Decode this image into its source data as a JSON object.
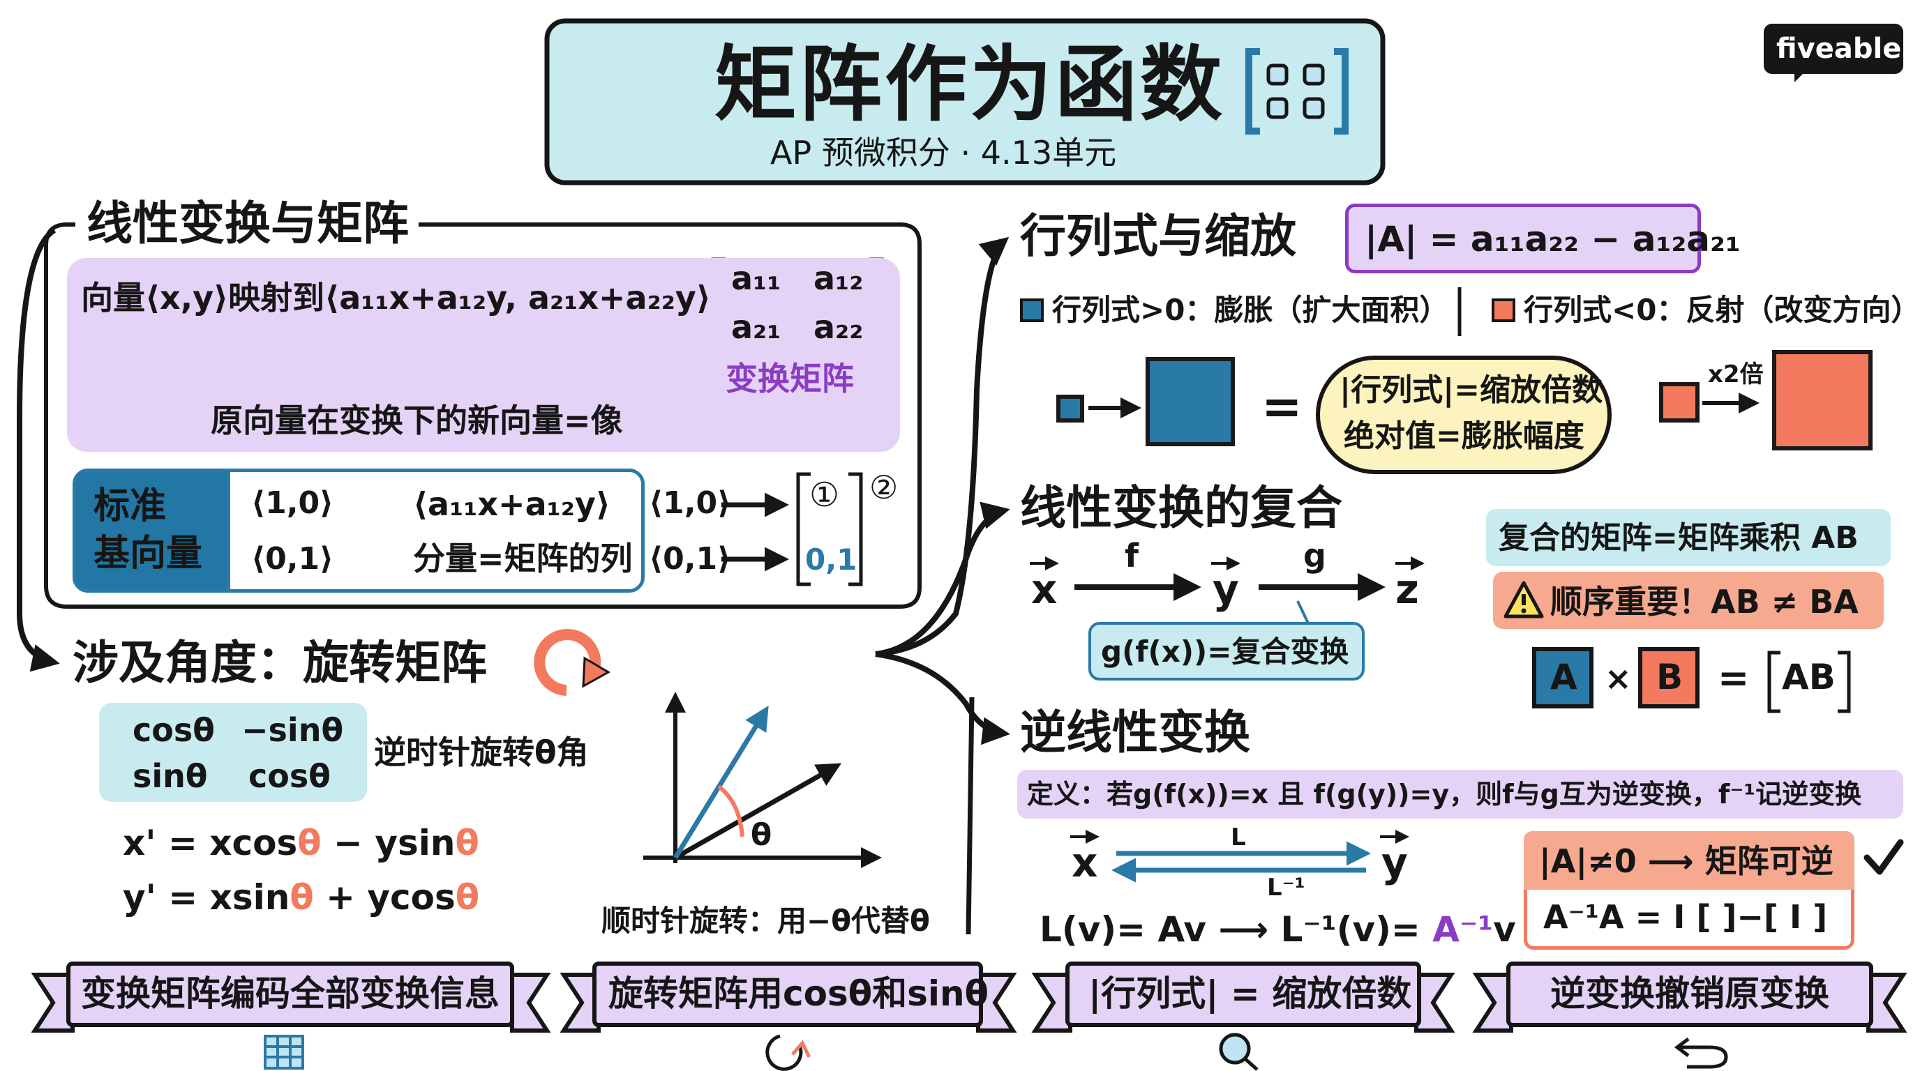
{
  "colors": {
    "blue": "#2a7aa8",
    "dark_blue": "#2277a4",
    "purple_bg": "#e4d3f6",
    "purple_text": "#8a3cc4",
    "teal_bg": "#c7ebee",
    "salmon": "#f37a5e",
    "salmon_bg": "#f6a98f",
    "yellow_bg": "#fdf3be",
    "ink": "#161616"
  },
  "header": {
    "title": "矩阵作为函数",
    "subtitle": "AP 预微积分 · 4.13单元",
    "title_icon": "matrix-bracket-icon"
  },
  "brand": {
    "logo": "fiveable"
  },
  "section_linear": {
    "heading": "线性变换与矩阵",
    "mapping": "向量⟨x,y⟩映射到⟨a₁₁x+a₁₂y, a₂₁x+a₂₂y⟩",
    "matrix": [
      "a₁₁",
      "a₁₂",
      "a₂₁",
      "a₂₂"
    ],
    "matrix_label": "变换矩阵",
    "image_note": "原向量在变换下的新向量=像",
    "basis_label_1": "标准",
    "basis_label_2": "基向量",
    "basis_row1_from": "⟨1,0⟩",
    "basis_row1_to": "⟨a₁₁x+a₁₂y⟩",
    "basis_row2_from": "⟨0,1⟩",
    "basis_row2_to": "分量=矩阵的列",
    "col_row1_from": "⟨1,0⟩",
    "col_row2_from": "⟨0,1⟩",
    "col_entry1": "①",
    "col_entry2": "②",
    "col_entry3": "0,1"
  },
  "section_rotation": {
    "heading": "涉及角度：旋转矩阵",
    "matrix": [
      "cosθ",
      "−sinθ",
      "sinθ",
      "cosθ"
    ],
    "caption": "逆时针旋转θ角",
    "eq1_prefix": "x' = xcos",
    "eq1_mid": " − ysin",
    "eq2_prefix": "y' = xsin",
    "eq2_mid": " + ycos",
    "theta": "θ",
    "graph_angle": "θ",
    "cw_note": "顺时针旋转：用−θ代替θ"
  },
  "section_det": {
    "heading": "行列式与缩放",
    "formula": "|A| = a₁₁a₂₂ − a₁₂a₂₁",
    "pos_legend": "行列式>0：膨胀（扩大面积）",
    "neg_legend": "行列式<0：反射（改变方向）",
    "equals": "=",
    "cloud_line1": "|行列式|=缩放倍数",
    "cloud_line2": "绝对值=膨胀幅度",
    "x2_label": "x2倍"
  },
  "section_composition": {
    "heading": "线性变换的复合",
    "vec_x": "x",
    "vec_y": "y",
    "vec_z": "z",
    "f": "f",
    "g": "g",
    "callout": "g(f(x))=复合变换",
    "product_label": "复合的矩阵=矩阵乘积 AB",
    "warning": "顺序重要！AB ≠ BA",
    "mat_a": "A",
    "times": "×",
    "mat_b": "B",
    "eq": "=",
    "mat_ab": "AB"
  },
  "section_inverse": {
    "heading": "逆线性变换",
    "definition": "定义：若g(f(x))=x 且 f(g(y))=y，则f与g互为逆变换，f⁻¹记逆变换",
    "vec_x": "x",
    "vec_y": "y",
    "L": "L",
    "L_inv": "L⁻¹",
    "formula": "L(v)= Av ⟶ L⁻¹(v)= ",
    "formula_a": "A⁻¹",
    "formula_v": "v",
    "invertible": "|A|≠0 ⟶ 矩阵可逆",
    "identity": "A⁻¹A = I  [   ]−[ I ]"
  },
  "ribbons": [
    {
      "text": "变换矩阵编码全部变换信息",
      "icon": "grid-icon"
    },
    {
      "text": "旋转矩阵用cosθ和sinθ",
      "icon": "rotate-icon"
    },
    {
      "text": "|行列式| = 缩放倍数",
      "icon": "magnifier-icon"
    },
    {
      "text": "逆变换撤销原变换",
      "icon": "undo-icon"
    }
  ]
}
